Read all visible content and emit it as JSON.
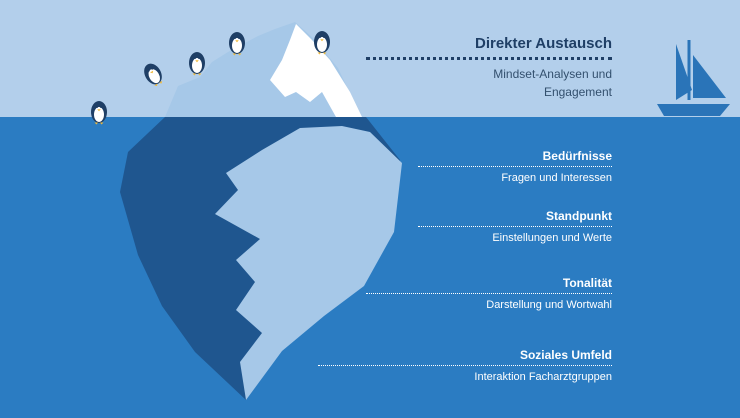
{
  "colors": {
    "sky": "#b3cfeb",
    "sea": "#2b7cc2",
    "ice_light": "#a6c8e8",
    "ice_shadow": "#2f66a5",
    "ice_deep": "#1f568f",
    "snow": "#ffffff",
    "navy": "#1f3f66",
    "boat": "#2a74b8"
  },
  "icons": [
    "penguin-icon",
    "sailboat-icon"
  ],
  "above_water": {
    "title": "Direkter Austausch",
    "subtitle_line1": "Mindset-Analysen und",
    "subtitle_line2": "Engagement"
  },
  "below_water": [
    {
      "title": "Bedürfnisse",
      "subtitle": "Fragen und Interessen"
    },
    {
      "title": "Standpunkt",
      "subtitle": "Einstellungen und Werte"
    },
    {
      "title": "Tonalität",
      "subtitle": "Darstellung und Wortwahl"
    },
    {
      "title": "Soziales Umfeld",
      "subtitle": "Interaktion Facharztgruppen"
    }
  ]
}
